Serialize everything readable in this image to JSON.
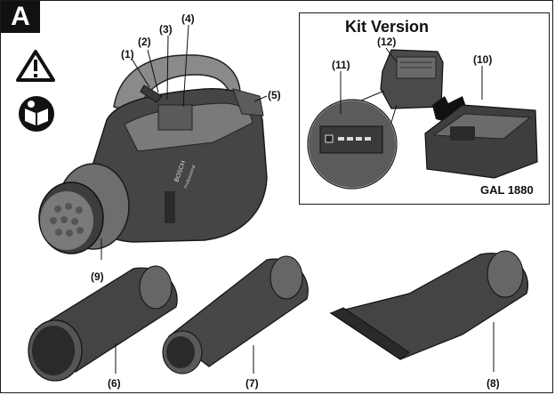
{
  "section": {
    "letter": "A"
  },
  "icons": {
    "warning": "warning-triangle-icon",
    "manual": "read-manual-icon"
  },
  "kit": {
    "title": "Kit Version",
    "charger_model": "GAL 1880"
  },
  "callouts": {
    "c1": "(1)",
    "c2": "(2)",
    "c3": "(3)",
    "c4": "(4)",
    "c5": "(5)",
    "c6": "(6)",
    "c7": "(7)",
    "c8": "(8)",
    "c9": "(9)",
    "c10": "(10)",
    "c11": "(11)",
    "c12": "(12)"
  },
  "product": {
    "brand": "BOSCH",
    "line": "Professional"
  }
}
